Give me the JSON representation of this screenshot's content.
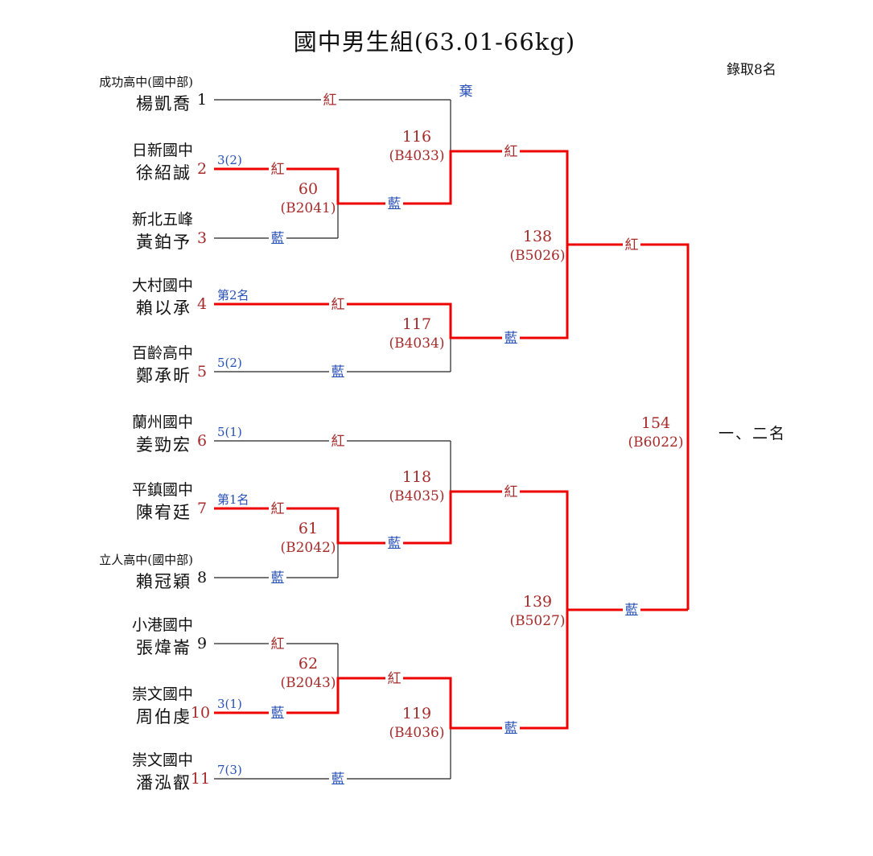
{
  "title": "國中男生組(63.01-66kg)",
  "quota_note": "錄取8名",
  "final_places_label": "一、二名",
  "corner_labels": {
    "red": "紅",
    "blue": "藍",
    "forfeit": "棄"
  },
  "competitors": [
    {
      "seed": "1",
      "school": "成功高中(國中部)",
      "name": "楊凱喬",
      "tag": ""
    },
    {
      "seed": "2",
      "school": "日新國中",
      "name": "徐紹誠",
      "tag": "3(2)"
    },
    {
      "seed": "3",
      "school": "新北五峰",
      "name": "黃鉑予",
      "tag": ""
    },
    {
      "seed": "4",
      "school": "大村國中",
      "name": "賴以承",
      "tag": "第2名"
    },
    {
      "seed": "5",
      "school": "百齡高中",
      "name": "鄭承昕",
      "tag": "5(2)"
    },
    {
      "seed": "6",
      "school": "蘭州國中",
      "name": "姜勁宏",
      "tag": "5(1)"
    },
    {
      "seed": "7",
      "school": "平鎮國中",
      "name": "陳宥廷",
      "tag": "第1名"
    },
    {
      "seed": "8",
      "school": "立人高中(國中部)",
      "name": "賴冠穎",
      "tag": ""
    },
    {
      "seed": "9",
      "school": "小港國中",
      "name": "張煒崙",
      "tag": ""
    },
    {
      "seed": "10",
      "school": "崇文國中",
      "name": "周伯虔",
      "tag": "3(1)"
    },
    {
      "seed": "11",
      "school": "崇文國中",
      "name": "潘泓叡",
      "tag": "7(3)"
    }
  ],
  "matches": {
    "m60": {
      "no": "60",
      "code": "(B2041)"
    },
    "m61": {
      "no": "61",
      "code": "(B2042)"
    },
    "m62": {
      "no": "62",
      "code": "(B2043)"
    },
    "m116": {
      "no": "116",
      "code": "(B4033)"
    },
    "m117": {
      "no": "117",
      "code": "(B4034)"
    },
    "m118": {
      "no": "118",
      "code": "(B4035)"
    },
    "m119": {
      "no": "119",
      "code": "(B4036)"
    },
    "m138": {
      "no": "138",
      "code": "(B5026)"
    },
    "m139": {
      "no": "139",
      "code": "(B5027)"
    },
    "m154": {
      "no": "154",
      "code": "(B6022)"
    }
  },
  "colors": {
    "winner_path": "#ef0000",
    "text_red": "#a52a2a",
    "text_blue": "#2750b4",
    "line_black": "#222222"
  }
}
